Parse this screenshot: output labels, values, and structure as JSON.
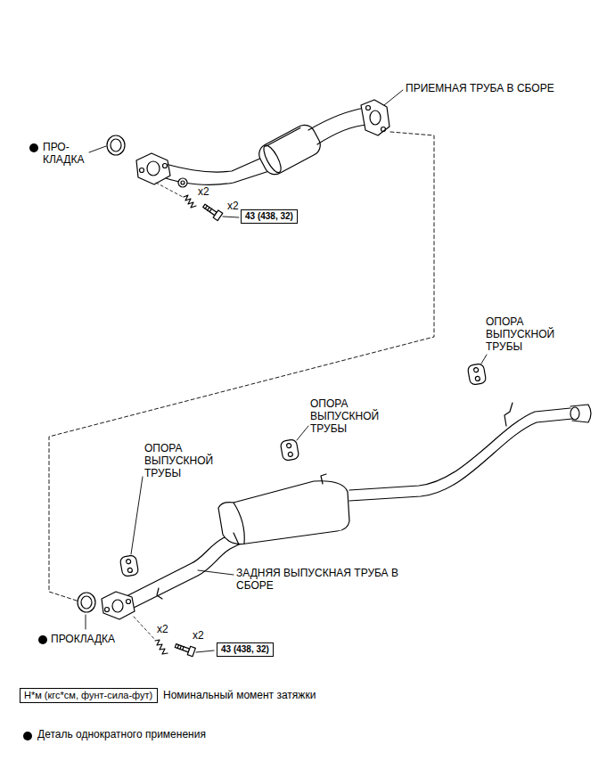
{
  "diagram": {
    "nodes": [
      {
        "text": [
          "43 (438, 32)"
        ]
      },
      {
        "text": [
          "43 (438, 32)"
        ]
      },
      {
        "text": [
          "Н*м (кгс*см, фунт-сила-фут)"
        ]
      }
    ],
    "labels": [
      "ПРИЕМНАЯ ТРУБА В СБОРЕ",
      "ПРО- КЛАДКА",
      "x2",
      "x2",
      "ОПОРА ВЫПУСКНОЙ ТРУБЫ",
      "ОПОРА ВЫПУСКНОЙ ТРУБЫ",
      "ОПОРА ВЫПУСКНОЙ ТРУБЫ",
      "ЗАДНЯЯ ВЫПУСКНАЯ ТРУБА В СБОРЕ",
      "ПРОКЛАДКА",
      "x2",
      "x2"
    ],
    "legend": [
      {
        "text": "Номинальный момент затяжки"
      },
      {
        "text": "Деталь однократного применения"
      }
    ]
  }
}
